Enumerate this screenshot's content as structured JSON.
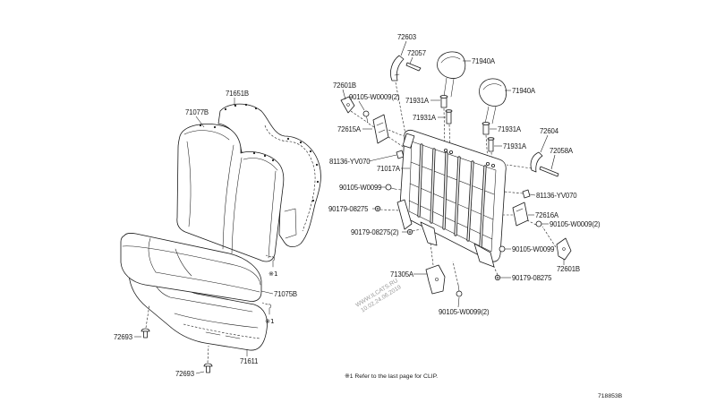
{
  "colors": {
    "ink": "#1a1a1a",
    "background": "#ffffff",
    "watermark": "#9a9a9a"
  },
  "seat_assembly": {
    "callouts": [
      "71651B",
      "71077B",
      "71075B",
      "71611",
      "72693",
      "72693"
    ]
  },
  "seat_back_frame": {
    "callouts": [
      "72603",
      "72057",
      "71940A",
      "72601B",
      "90105-W0009(2)",
      "71931A",
      "71940A",
      "71931A",
      "72615A",
      "71931A",
      "72604",
      "81136-YV070",
      "71931A",
      "72058A",
      "71017A",
      "90105-W0099",
      "81136-YV070",
      "90179-08275",
      "72616A",
      "90105-W0009(2)",
      "90179-08275(2)",
      "90105-W0099",
      "71305A",
      "72601B",
      "90179-08275",
      "90105-W0099(2)"
    ]
  },
  "notes": {
    "clip_marker": "※1",
    "footnote": "※1 Refer to the last page for CLIP."
  },
  "watermark": {
    "site": "WWW.ILCATS.RU",
    "date": "10.02.24.06.2019"
  },
  "drawing_code": "718853B"
}
